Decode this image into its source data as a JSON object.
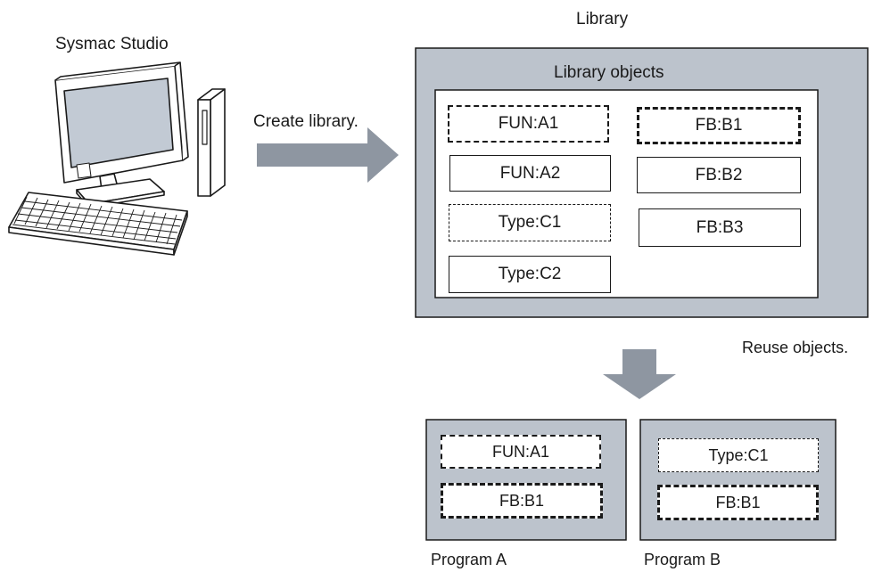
{
  "computer": {
    "title": "Sysmac Studio"
  },
  "create_arrow": {
    "label": "Create library."
  },
  "library": {
    "title": "Library",
    "panel_title": "Library objects",
    "objects": {
      "fun_a1": "FUN:A1",
      "fb_b1": "FB:B1",
      "fun_a2": "FUN:A2",
      "fb_b2": "FB:B2",
      "type_c1": "Type:C1",
      "fb_b3": "FB:B3",
      "type_c2": "Type:C2"
    }
  },
  "reuse_arrow": {
    "label": "Reuse objects."
  },
  "program_a": {
    "label": "Program A",
    "objects": {
      "fun_a1": "FUN:A1",
      "fb_b1": "FB:B1"
    }
  },
  "program_b": {
    "label": "Program B",
    "objects": {
      "type_c1": "Type:C1",
      "fb_b1": "FB:B1"
    }
  },
  "colors": {
    "panel_fill": "#bcc3cc",
    "arrow_fill": "#8e96a1",
    "outline": "#1a1a1a",
    "screen_fill": "#c2cad4"
  }
}
